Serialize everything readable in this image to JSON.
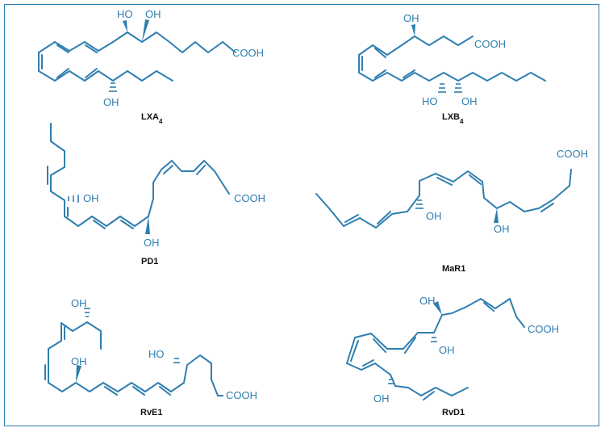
{
  "molecules": [
    {
      "id": "lxa4",
      "name": "LXA",
      "sub": "4",
      "groups": [
        "HO",
        "OH",
        "OH",
        "COOH"
      ]
    },
    {
      "id": "lxb4",
      "name": "LXB",
      "sub": "4",
      "groups": [
        "OH",
        "COOH",
        "HO",
        "OH"
      ]
    },
    {
      "id": "pd1",
      "name": "PD1",
      "groups": [
        "OH",
        "OH",
        "COOH"
      ]
    },
    {
      "id": "mar1",
      "name": "MaR1",
      "groups": [
        "COOH",
        "OH",
        "OH"
      ]
    },
    {
      "id": "rve1",
      "name": "RvE1",
      "groups": [
        "OH",
        "OH",
        "HO",
        "COOH"
      ]
    },
    {
      "id": "rvd1",
      "name": "RvD1",
      "groups": [
        "OH",
        "COOH",
        "OH",
        "OH"
      ]
    }
  ]
}
